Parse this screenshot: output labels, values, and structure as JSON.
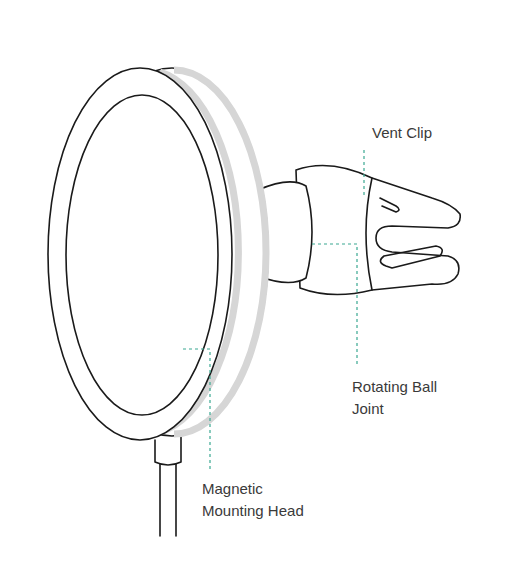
{
  "diagram": {
    "labels": [
      "Vent Clip",
      "Rotating Ball Joint",
      "Magnetic Mounting Head"
    ]
  }
}
